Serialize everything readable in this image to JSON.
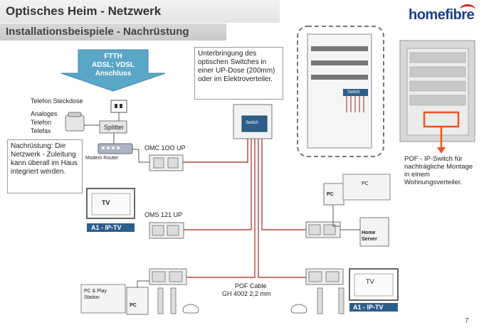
{
  "header": {
    "title": "Optisches Heim - Netzwerk",
    "subtitle": "Installationsbeispiele - Nachrüstung",
    "logo": "homefibre"
  },
  "ftth_arrow": {
    "line1": "FTTH",
    "line2": "ADSL; VDSL",
    "line3": "Anschluss"
  },
  "notes": {
    "switch_note": "Unterbringung des optischen Switches in einer UP-Dose (200mm) oder im Elektroverteiler.",
    "retrofit_note": "Nachrüstung: Die Netzwerk - Zuleitung kann überall im Haus integriert werden.",
    "pof_note": "POF - IP-Switch für nachträgliche Montage in einem Wohnungsverteiler."
  },
  "labels": {
    "telefon_steckdose": "Telefon Steckdose",
    "analoges": "Analoges",
    "telefon": "Telefon",
    "telefax": "Telefax",
    "splitter": "Splitter",
    "modem_router": "Modem Router",
    "omc": "OMC 1OO UP",
    "oms": "OMS 121 UP",
    "switch": "Switch",
    "cabinet_switch": "Switch",
    "tv_left": "TV",
    "a1_left": "A1 - IP-TV",
    "pc_mid": "PC",
    "pc_right": "PC",
    "home_server": "Home Server",
    "pof_cable_1": "POF Cable",
    "pof_cable_2": "GH 4002 2,2 mm",
    "pc_playstation": "PC & Play Station",
    "pc_bottom": "PC",
    "tv_right": "TV",
    "a1_right": "A1 - IP-TV",
    "page_number": "7"
  },
  "colors": {
    "fibre": "#b5453f",
    "accent_blue": "#2b5f8a",
    "logo_blue": "#1a3d8f",
    "logo_red": "#d4202a",
    "pof_highlight": "#e8561a"
  }
}
